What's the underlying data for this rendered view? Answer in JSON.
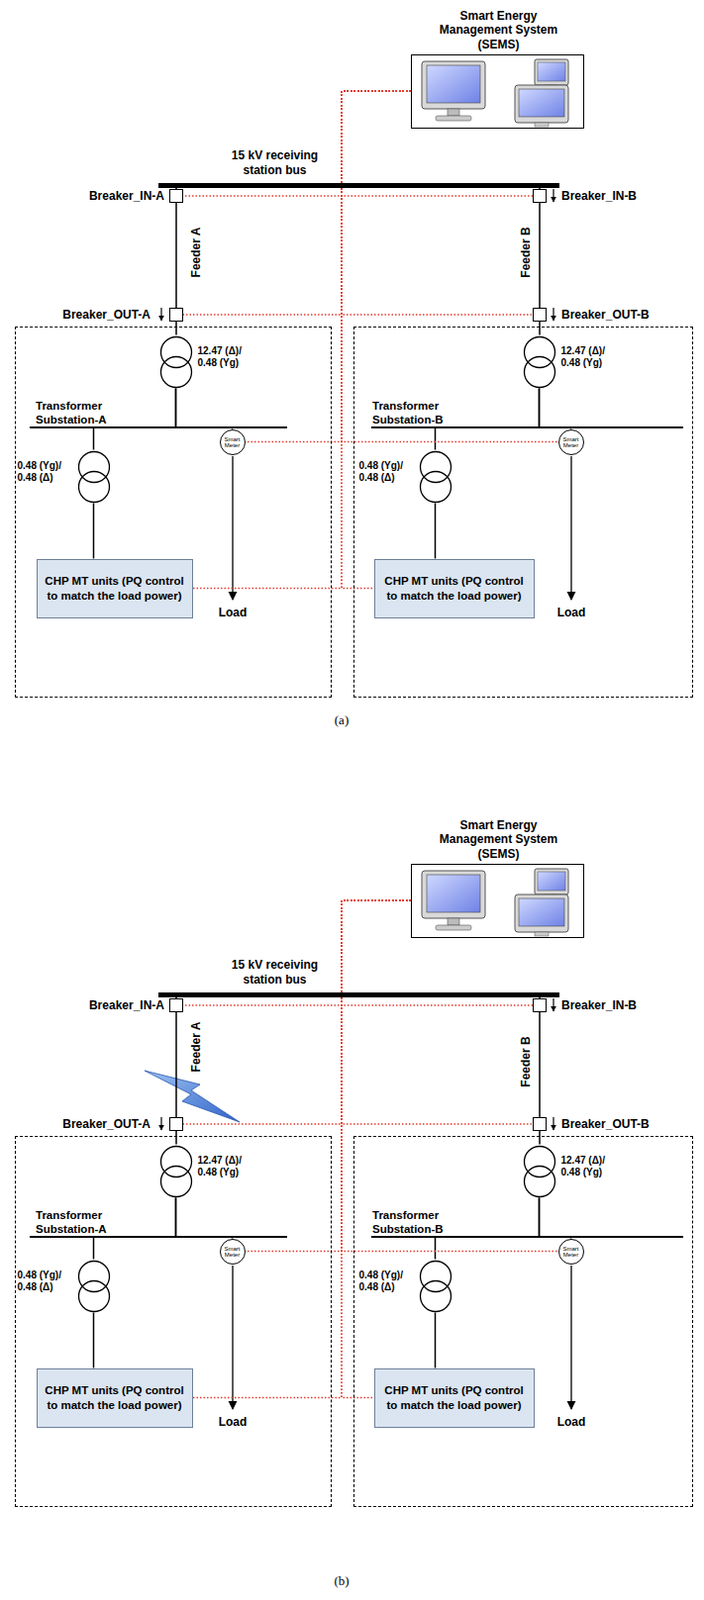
{
  "diagram": {
    "nodes": [
      {
        "text": [
          "Smart Energy Management System (SEMS)"
        ]
      },
      {
        "text": [
          "15 kV receiving station bus"
        ]
      },
      {
        "text": [
          "Breaker_IN-A"
        ]
      },
      {
        "text": [
          "Breaker_IN-B"
        ]
      },
      {
        "text": [
          "Breaker_OUT-A"
        ]
      },
      {
        "text": [
          "Breaker_OUT-B"
        ]
      },
      {
        "text": [
          "Transformer Substation-A"
        ]
      },
      {
        "text": [
          "12.47 (Δ)/ 0.48 (Yg)"
        ],
        "in": 6
      },
      {
        "text": [
          "0.48 (Yg)/ 0.48 (Δ)"
        ],
        "in": 6
      },
      {
        "text": [
          "Smart Meter"
        ],
        "in": 6
      },
      {
        "text": [
          "CHP MT units (PQ control to match the load power)"
        ],
        "in": 6
      },
      {
        "text": [
          "Transformer Substation-B"
        ]
      },
      {
        "text": [
          "12.47 (Δ)/ 0.48 (Yg)"
        ],
        "in": 11
      },
      {
        "text": [
          "0.48 (Yg)/ 0.48 (Δ)"
        ],
        "in": 11
      },
      {
        "text": [
          "Smart Meter"
        ],
        "in": 11
      },
      {
        "text": [
          "CHP MT units (PQ control to match the load power)"
        ],
        "in": 11
      },
      {
        "text": [
          "Smart Energy Management System (SEMS)"
        ]
      },
      {
        "text": [
          "15 kV receiving station bus"
        ]
      },
      {
        "text": [
          "Breaker_IN-A"
        ]
      },
      {
        "text": [
          "Breaker_IN-B"
        ]
      },
      {
        "text": [
          "Breaker_OUT-A"
        ]
      },
      {
        "text": [
          "Breaker_OUT-B"
        ]
      },
      {
        "text": [
          "Transformer Substation-A"
        ]
      },
      {
        "text": [
          "12.47 (Δ)/ 0.48 (Yg)"
        ],
        "in": 22
      },
      {
        "text": [
          "0.48 (Yg)/ 0.48 (Δ)"
        ],
        "in": 22
      },
      {
        "text": [
          "Smart Meter"
        ],
        "in": 22
      },
      {
        "text": [
          "CHP MT units (PQ control to match the load power)"
        ],
        "in": 22
      },
      {
        "text": [
          "Transformer Substation-B"
        ]
      },
      {
        "text": [
          "12.47 (Δ)/ 0.48 (Yg)"
        ],
        "in": 27
      },
      {
        "text": [
          "0.48 (Yg)/ 0.48 (Δ)"
        ],
        "in": 27
      },
      {
        "text": [
          "Smart Meter"
        ],
        "in": 27
      },
      {
        "text": [
          "CHP MT units (PQ control to match the load power)"
        ],
        "in": 27
      }
    ],
    "edges": [
      {
        "from": 1,
        "to": 2,
        "arrow": "none"
      },
      {
        "from": 1,
        "to": 3,
        "arrow": "none"
      },
      {
        "from": 2,
        "to": 4,
        "arrow": "none"
      },
      {
        "from": 3,
        "to": 5,
        "arrow": "none"
      },
      {
        "from": 4,
        "to": 7,
        "arrow": "none"
      },
      {
        "from": 5,
        "to": 12,
        "arrow": "none"
      },
      {
        "from": 7,
        "to": 8,
        "arrow": "none"
      },
      {
        "from": 7,
        "to": 9,
        "arrow": "none"
      },
      {
        "from": 8,
        "to": 10,
        "arrow": "none"
      },
      {
        "from": 12,
        "to": 13,
        "arrow": "none"
      },
      {
        "from": 12,
        "to": 14,
        "arrow": "none"
      },
      {
        "from": 13,
        "to": 15,
        "arrow": "none"
      },
      {
        "from": 0,
        "to": 2,
        "arrow": "none"
      },
      {
        "from": 0,
        "to": 3,
        "arrow": "none"
      },
      {
        "from": 0,
        "to": 4,
        "arrow": "none"
      },
      {
        "from": 0,
        "to": 5,
        "arrow": "none"
      },
      {
        "from": 0,
        "to": 9,
        "arrow": "none"
      },
      {
        "from": 0,
        "to": 14,
        "arrow": "none"
      },
      {
        "from": 0,
        "to": 10,
        "arrow": "none"
      },
      {
        "from": 0,
        "to": 15,
        "arrow": "none"
      },
      {
        "from": 17,
        "to": 18,
        "arrow": "none"
      },
      {
        "from": 17,
        "to": 19,
        "arrow": "none"
      },
      {
        "from": 18,
        "to": 20,
        "arrow": "none"
      },
      {
        "from": 19,
        "to": 21,
        "arrow": "none"
      },
      {
        "from": 20,
        "to": 23,
        "arrow": "none"
      },
      {
        "from": 21,
        "to": 28,
        "arrow": "none"
      },
      {
        "from": 23,
        "to": 24,
        "arrow": "none"
      },
      {
        "from": 23,
        "to": 25,
        "arrow": "none"
      },
      {
        "from": 24,
        "to": 26,
        "arrow": "none"
      },
      {
        "from": 28,
        "to": 29,
        "arrow": "none"
      },
      {
        "from": 28,
        "to": 30,
        "arrow": "none"
      },
      {
        "from": 29,
        "to": 31,
        "arrow": "none"
      },
      {
        "from": 16,
        "to": 18,
        "arrow": "none"
      },
      {
        "from": 16,
        "to": 19,
        "arrow": "none"
      },
      {
        "from": 16,
        "to": 20,
        "arrow": "none"
      },
      {
        "from": 16,
        "to": 21,
        "arrow": "none"
      },
      {
        "from": 16,
        "to": 25,
        "arrow": "none"
      },
      {
        "from": 16,
        "to": 30,
        "arrow": "none"
      },
      {
        "from": 16,
        "to": 26,
        "arrow": "none"
      },
      {
        "from": 16,
        "to": 31,
        "arrow": "none"
      }
    ],
    "labels": [
      "Feeder A",
      "Feeder B",
      "Load",
      "Load",
      "(a)",
      "Feeder A",
      "Feeder B",
      "Load",
      "Load",
      "(b)"
    ]
  }
}
